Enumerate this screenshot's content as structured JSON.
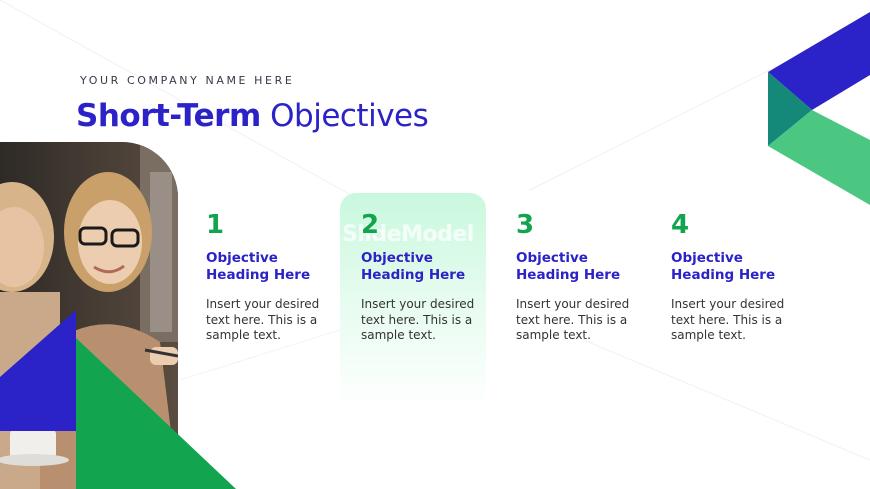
{
  "header": {
    "company": "YOUR COMPANY NAME HERE",
    "title_bold": "Short-Term",
    "title_light": "Objectives"
  },
  "watermark": "SlideModel",
  "objectives": [
    {
      "number": "1",
      "heading_line1": "Objective",
      "heading_line2": "Heading Here",
      "body_line1": "Insert your desired",
      "body_line2": "text here. This is a",
      "body_line3": "sample text."
    },
    {
      "number": "2",
      "heading_line1": "Objective",
      "heading_line2": "Heading Here",
      "body_line1": "Insert your desired",
      "body_line2": "text here. This is a",
      "body_line3": "sample text."
    },
    {
      "number": "3",
      "heading_line1": "Objective",
      "heading_line2": "Heading Here",
      "body_line1": "Insert your desired",
      "body_line2": "text here. This is a",
      "body_line3": "sample text."
    },
    {
      "number": "4",
      "heading_line1": "Objective",
      "heading_line2": "Heading Here",
      "body_line1": "Insert your desired",
      "body_line2": "text here. This is a",
      "body_line3": "sample text."
    }
  ],
  "colors": {
    "title_blue": "#2b22c7",
    "accent_green": "#12a44e",
    "light_green": "#4cc781",
    "teal": "#14897a",
    "highlight_mint": "#c9f8dd"
  }
}
